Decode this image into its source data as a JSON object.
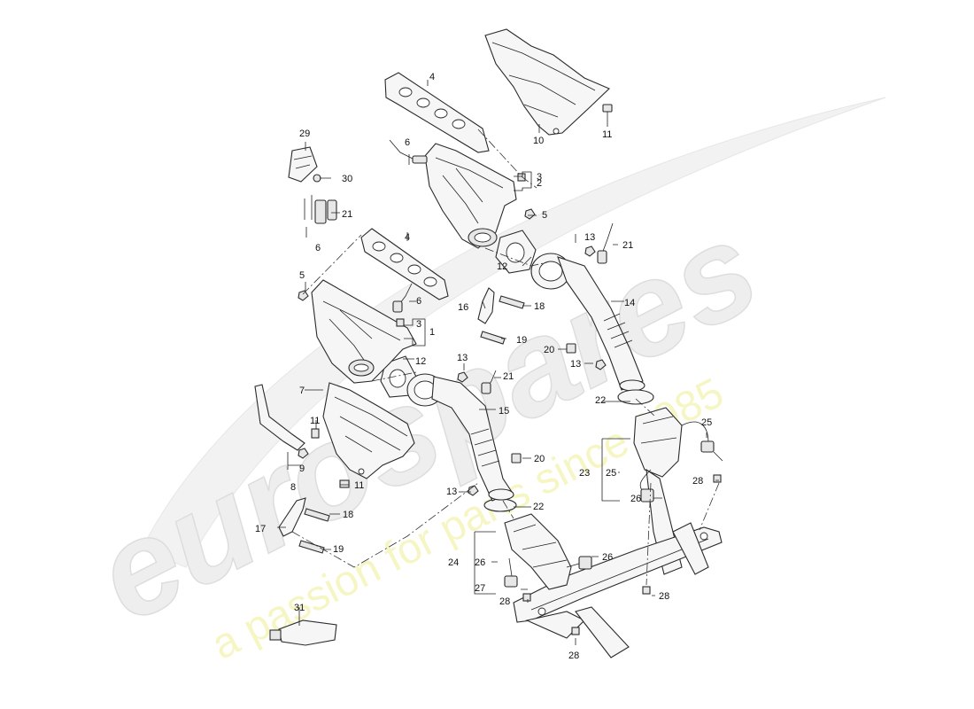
{
  "watermark": {
    "brand": "eurospares",
    "tagline": "a passion for parts since 1985"
  },
  "callouts": [
    {
      "id": "c1",
      "text": "1"
    },
    {
      "id": "c2",
      "text": "2"
    },
    {
      "id": "c3a",
      "text": "3"
    },
    {
      "id": "c3b",
      "text": "3"
    },
    {
      "id": "c4a",
      "text": "4"
    },
    {
      "id": "c4b",
      "text": "4"
    },
    {
      "id": "c5a",
      "text": "5"
    },
    {
      "id": "c5b",
      "text": "5"
    },
    {
      "id": "c6a",
      "text": "6"
    },
    {
      "id": "c6b",
      "text": "6"
    },
    {
      "id": "c6c",
      "text": "6"
    },
    {
      "id": "c7",
      "text": "7"
    },
    {
      "id": "c8",
      "text": "8"
    },
    {
      "id": "c9",
      "text": "9"
    },
    {
      "id": "c10",
      "text": "10"
    },
    {
      "id": "c11a",
      "text": "11"
    },
    {
      "id": "c11b",
      "text": "11"
    },
    {
      "id": "c11c",
      "text": "11"
    },
    {
      "id": "c12a",
      "text": "12"
    },
    {
      "id": "c12b",
      "text": "12"
    },
    {
      "id": "c13a",
      "text": "13"
    },
    {
      "id": "c13b",
      "text": "13"
    },
    {
      "id": "c13c",
      "text": "13"
    },
    {
      "id": "c13d",
      "text": "13"
    },
    {
      "id": "c14",
      "text": "14"
    },
    {
      "id": "c15",
      "text": "15"
    },
    {
      "id": "c16",
      "text": "16"
    },
    {
      "id": "c17",
      "text": "17"
    },
    {
      "id": "c18a",
      "text": "18"
    },
    {
      "id": "c18b",
      "text": "18"
    },
    {
      "id": "c19a",
      "text": "19"
    },
    {
      "id": "c19b",
      "text": "19"
    },
    {
      "id": "c20a",
      "text": "20"
    },
    {
      "id": "c20b",
      "text": "20"
    },
    {
      "id": "c21a",
      "text": "21"
    },
    {
      "id": "c21b",
      "text": "21"
    },
    {
      "id": "c21c",
      "text": "21"
    },
    {
      "id": "c22a",
      "text": "22"
    },
    {
      "id": "c22b",
      "text": "22"
    },
    {
      "id": "c23",
      "text": "23"
    },
    {
      "id": "c24",
      "text": "24"
    },
    {
      "id": "c25a",
      "text": "25"
    },
    {
      "id": "c25b",
      "text": "25"
    },
    {
      "id": "c26a",
      "text": "26"
    },
    {
      "id": "c26b",
      "text": "26"
    },
    {
      "id": "c26c",
      "text": "26"
    },
    {
      "id": "c27",
      "text": "27"
    },
    {
      "id": "c28a",
      "text": "28"
    },
    {
      "id": "c28b",
      "text": "28"
    },
    {
      "id": "c28c",
      "text": "28"
    },
    {
      "id": "c28d",
      "text": "28"
    },
    {
      "id": "c29",
      "text": "29"
    },
    {
      "id": "c30",
      "text": "30"
    },
    {
      "id": "c31",
      "text": "31"
    }
  ]
}
